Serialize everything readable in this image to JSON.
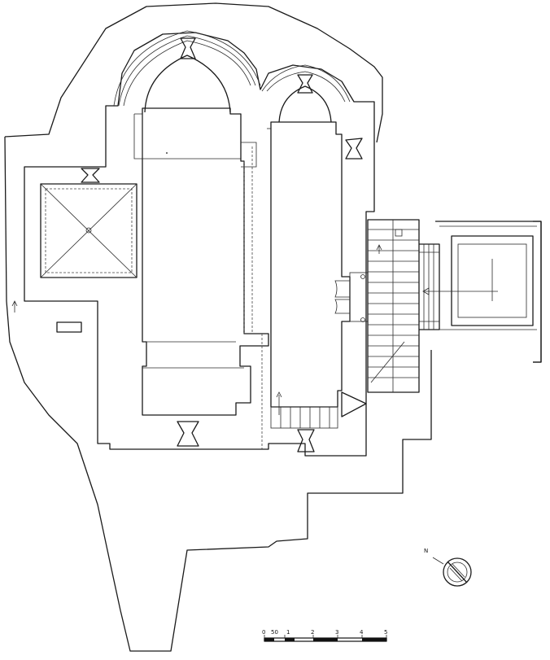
{
  "plan": {
    "north_arrow": {
      "label": "N"
    },
    "scale_bar": {
      "ticks": [
        "0",
        "50",
        "1",
        "2",
        "3",
        "4",
        "5"
      ]
    }
  }
}
